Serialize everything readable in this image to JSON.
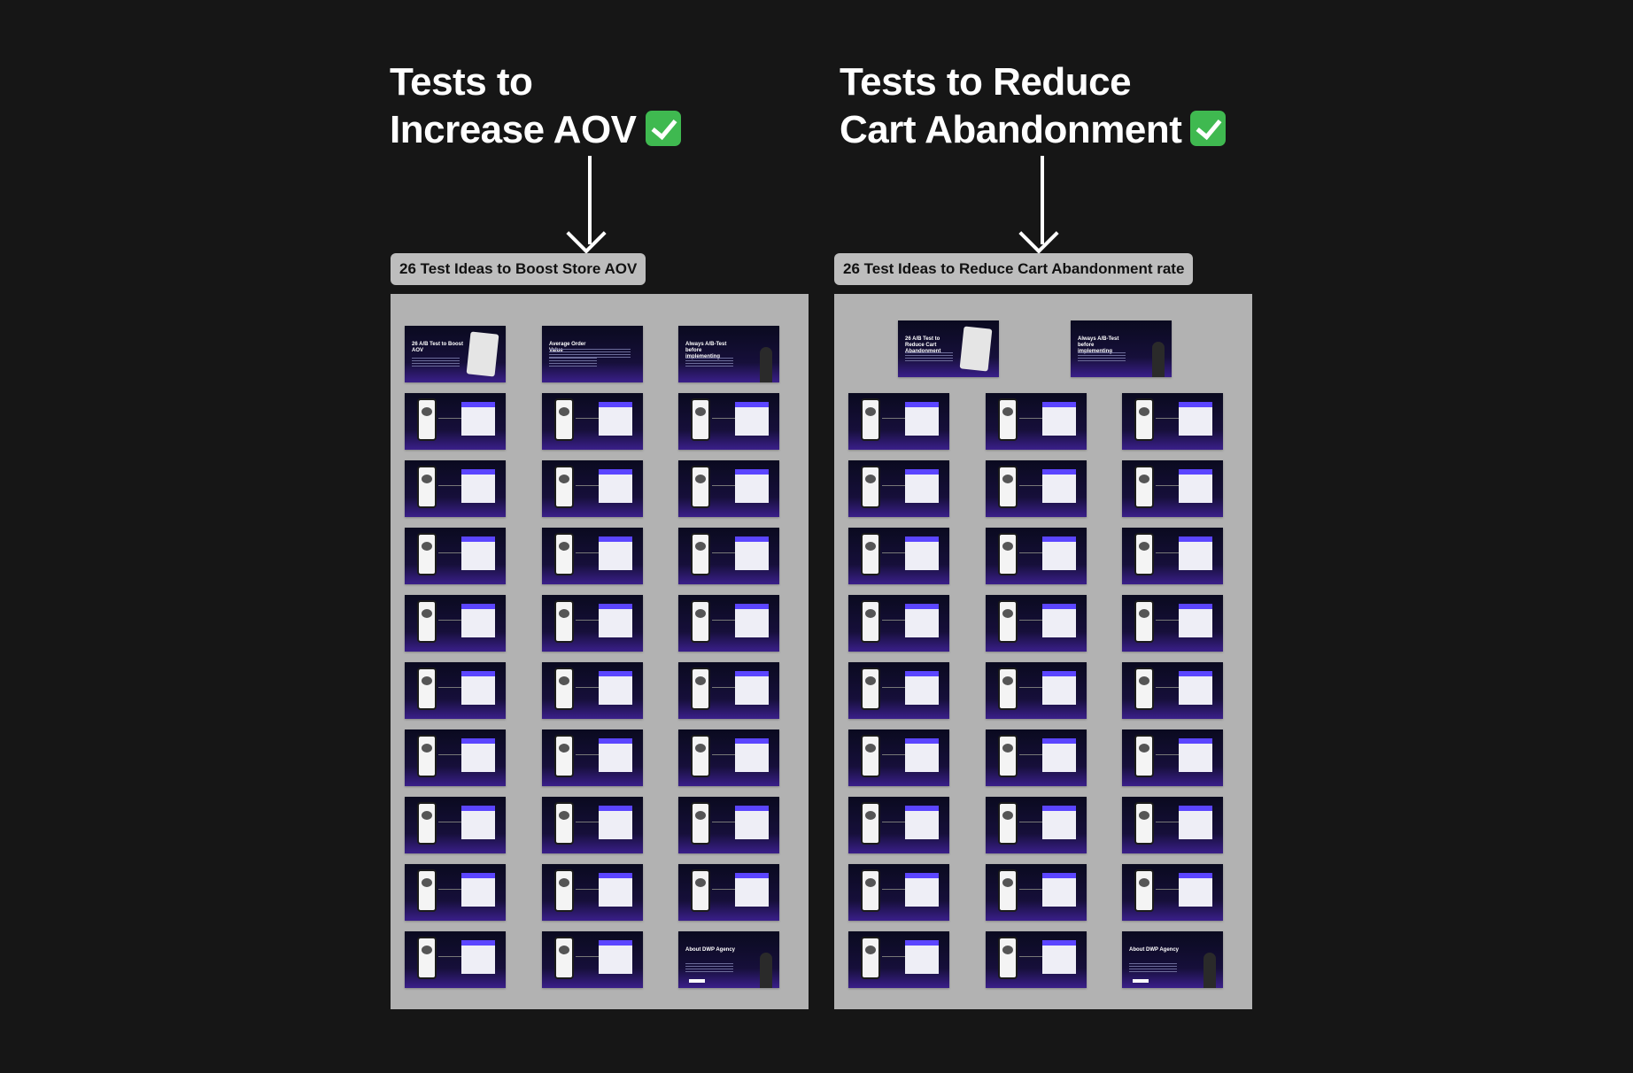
{
  "left_column": {
    "heading_line1": "Tests to",
    "heading_line2": "Increase AOV",
    "board_label": "26 Test Ideas to Boost Store AOV",
    "special_slides": [
      {
        "index": 0,
        "title": "26 A/B Test to Boost AOV"
      },
      {
        "index": 1,
        "title": "Average Order Value"
      },
      {
        "index": 2,
        "title": "Always A/B-Test before implementing"
      },
      {
        "index": 29,
        "title": "About DWP Agency"
      }
    ]
  },
  "right_column": {
    "heading_line1": "Tests to Reduce",
    "heading_line2": "Cart Abandonment",
    "board_label": "26 Test Ideas to Reduce Cart Abandonment rate",
    "special_slides": [
      {
        "index": 0,
        "title": "26 A/B Test to Reduce Cart Abandonment"
      },
      {
        "index": 1,
        "title": "Always A/B-Test before implementing"
      },
      {
        "index": 28,
        "title": "About DWP Agency"
      }
    ]
  },
  "icons": {
    "heading_check": "check-mark-icon",
    "pointer": "arrow-down-icon"
  },
  "colors": {
    "background": "#161616",
    "board": "#b2b2b2",
    "check": "#3fb950",
    "accent": "#5b45ff"
  }
}
